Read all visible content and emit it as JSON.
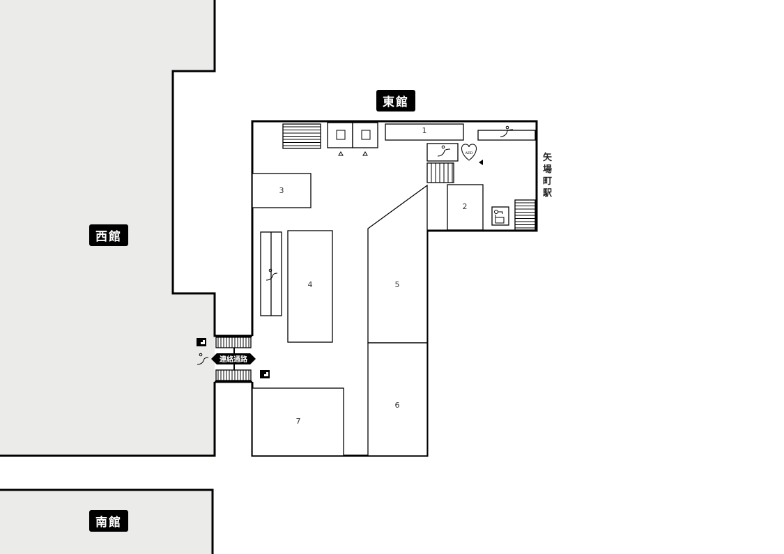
{
  "buildings": {
    "east": "東館",
    "west": "西館",
    "south": "南館"
  },
  "station": "矢場町駅",
  "connector": "連絡通路",
  "rooms": [
    "1",
    "2",
    "3",
    "4",
    "5",
    "6",
    "7"
  ],
  "icons": {
    "aed": "AED"
  },
  "colors": {
    "outside_building": "#ebebea",
    "wall": "#000000",
    "label_bg": "#000000"
  }
}
